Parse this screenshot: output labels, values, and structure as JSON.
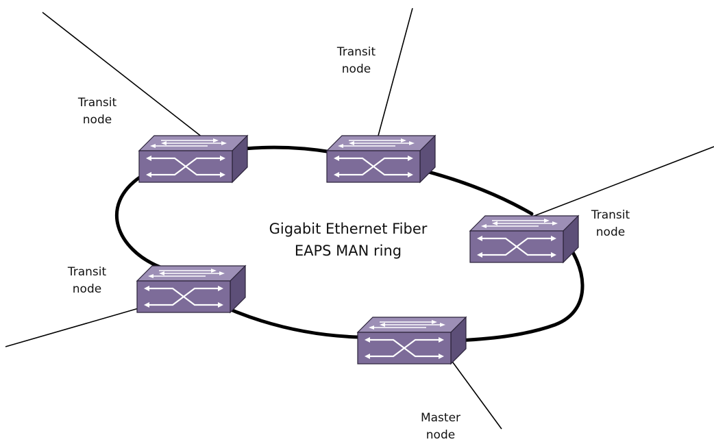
{
  "ring": {
    "title_line1": "Gigabit Ethernet Fiber",
    "title_line2": "EAPS MAN ring"
  },
  "nodes": [
    {
      "line1": "Transit",
      "line2": "node"
    },
    {
      "line1": "Transit",
      "line2": "node"
    },
    {
      "line1": "Transit",
      "line2": "node"
    },
    {
      "line1": "Transit",
      "line2": "node"
    },
    {
      "line1": "Master",
      "line2": "node"
    }
  ],
  "colors": {
    "switch_front": "#7d6c99",
    "switch_top": "#9d8fb6",
    "switch_side": "#5d4f78",
    "switch_edge": "#2a2238",
    "ring": "#000000",
    "uplink": "#000000",
    "arrow": "#ffffff"
  },
  "icons": [
    "switch-icon"
  ]
}
